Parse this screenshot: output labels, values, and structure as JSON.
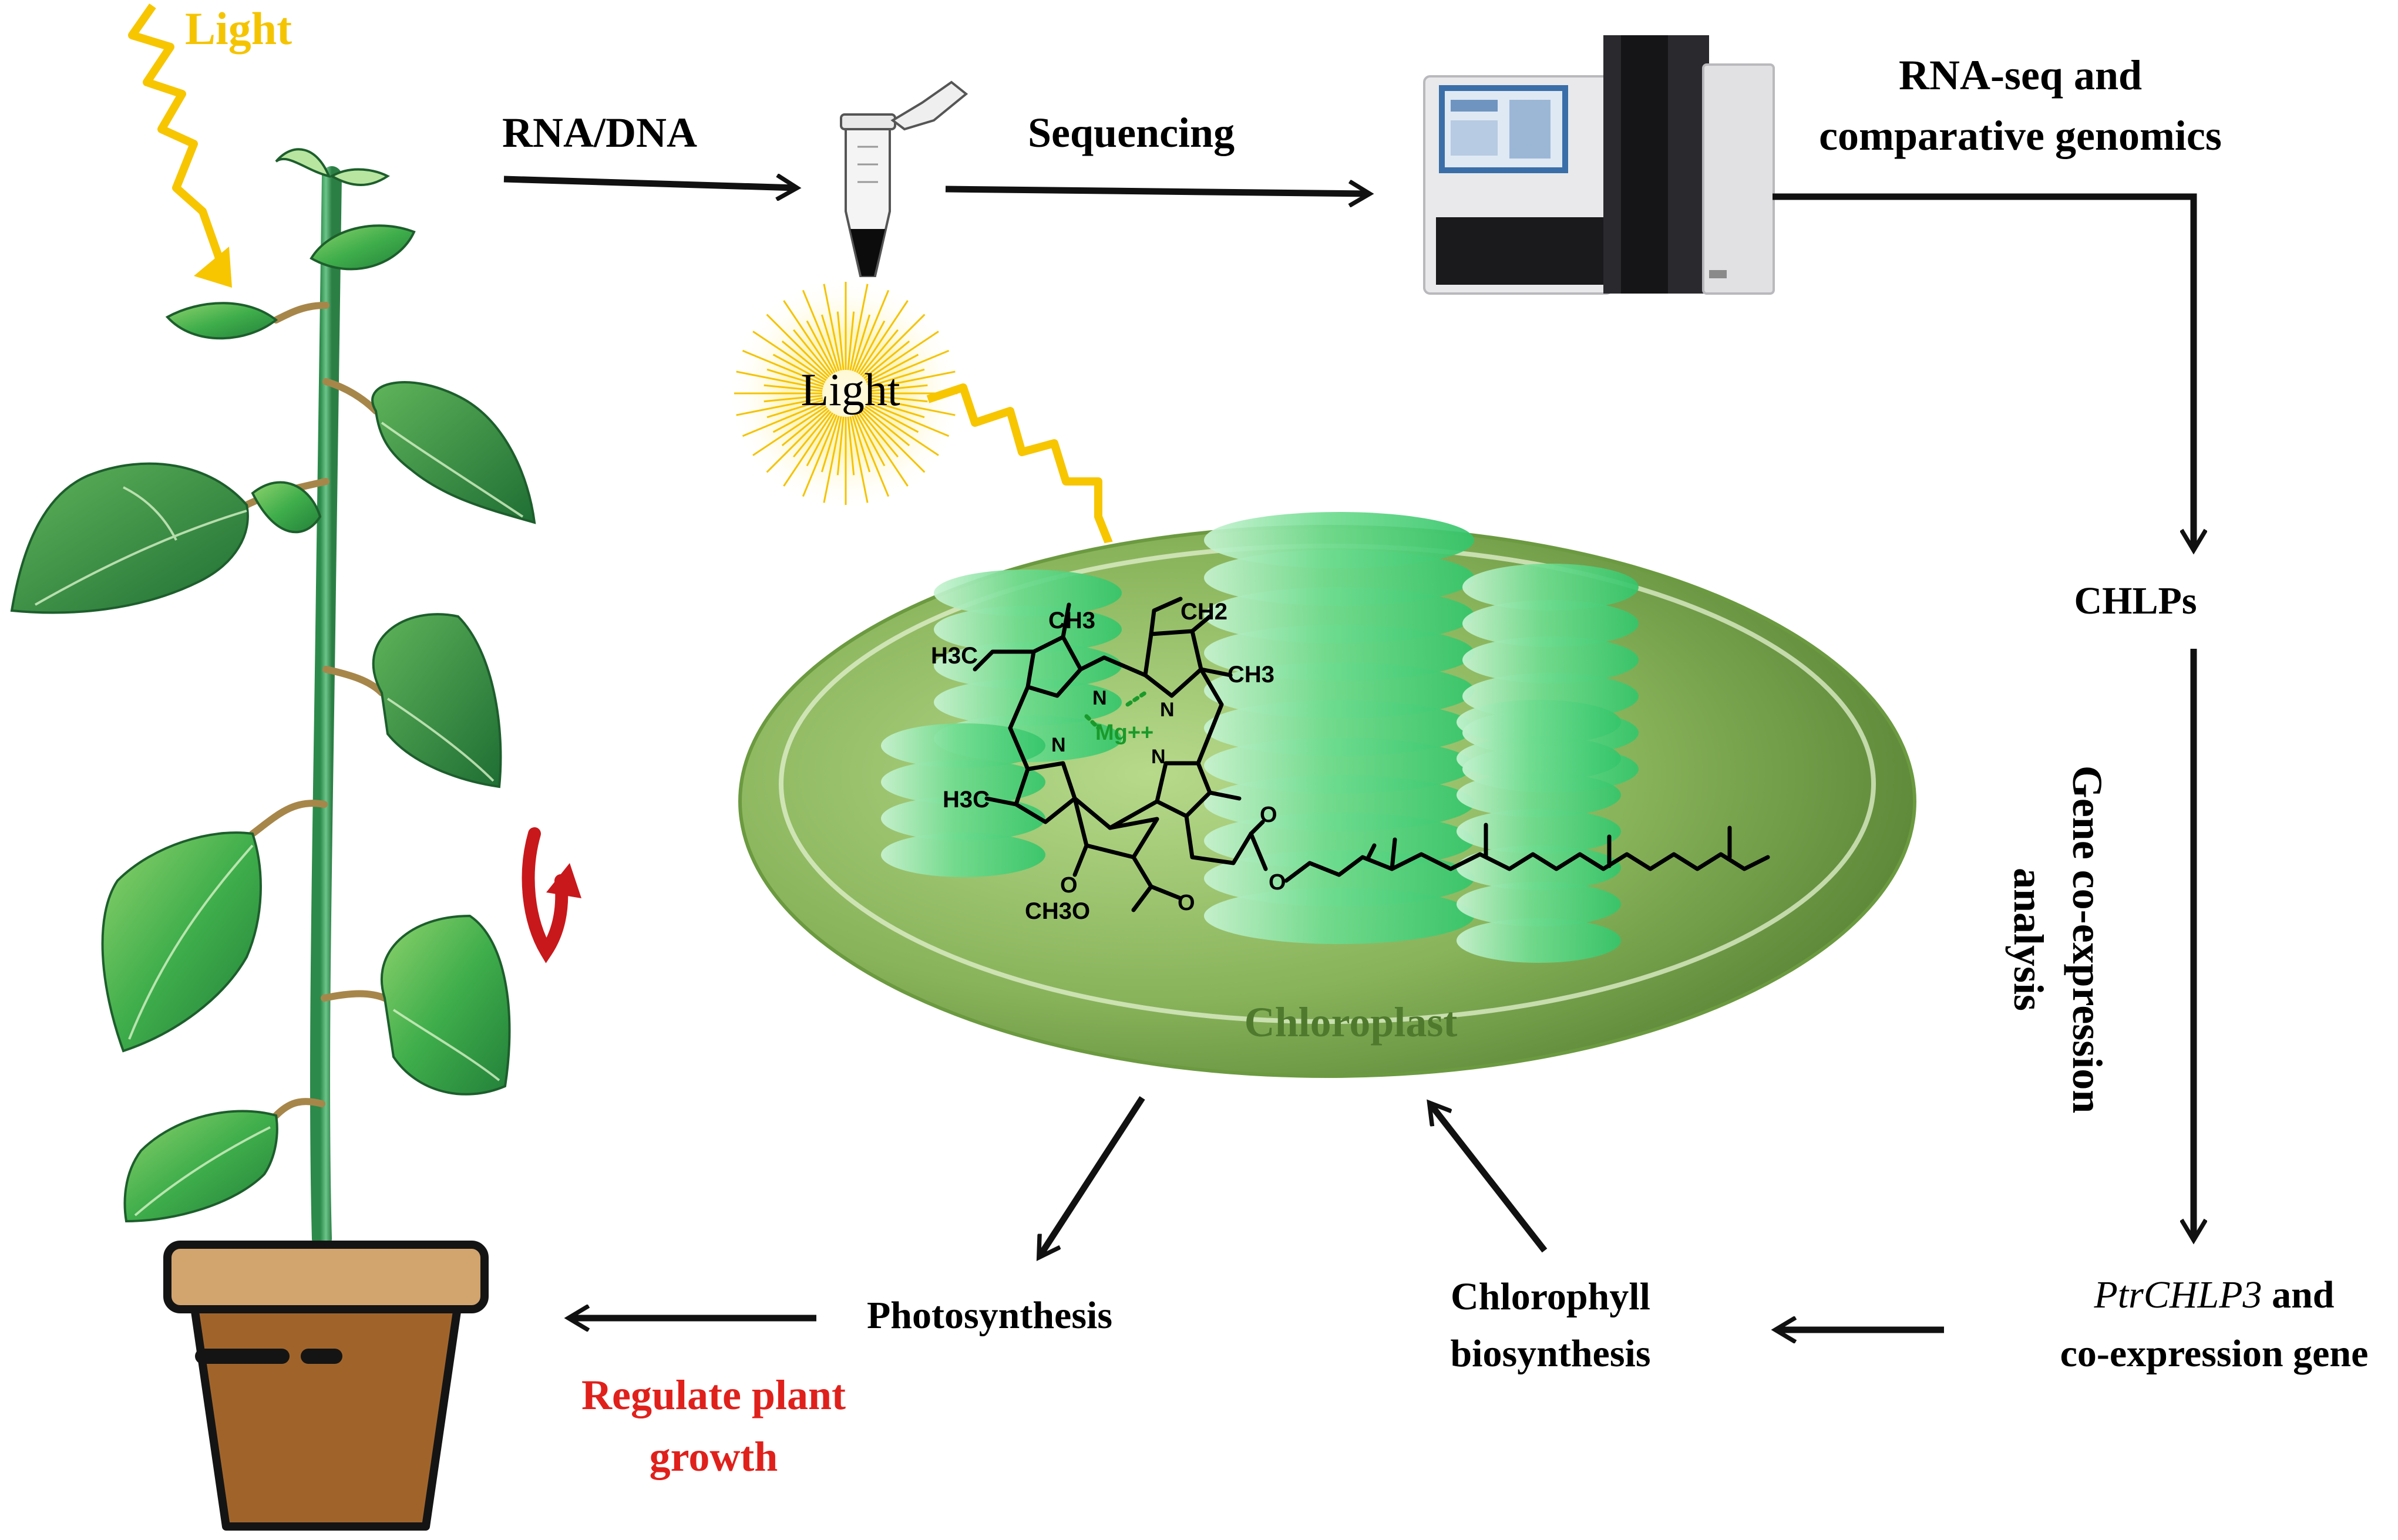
{
  "labels": {
    "light_top": "Light",
    "light_sun": "Light",
    "rna_dna": "RNA/DNA",
    "sequencing": "Sequencing",
    "rnaseq_line1": "RNA-seq and",
    "rnaseq_line2": "comparative genomics",
    "chlps": "CHLPs",
    "coexp_line1": "Gene co-expression",
    "coexp_line2": "analysis",
    "ptr_italic": "PtrCHLP3",
    "ptr_rest": " and",
    "coexp_gene": "co-expression gene",
    "chloro_bio_line1": "Chlorophyll",
    "chloro_bio_line2": "biosynthesis",
    "photosynthesis": "Photosynthesis",
    "regulate_line1": "Regulate plant",
    "regulate_line2": "growth",
    "chloroplast": "Chloroplast"
  },
  "molecule": {
    "ch2": "CH2",
    "ch3_right_top": "CH3",
    "ch3_right_mid": "CH3",
    "h3c_top": "H3C",
    "h3c_left": "H3C",
    "mg": "Mg++",
    "n": "N",
    "o": "O",
    "ch3o": "CH3O"
  },
  "colors": {
    "light_label": "#f5c400",
    "light_wave": "#f7c600",
    "regulate": "#e0201b",
    "chloroplast_label": "#4f7a2e",
    "arrow": "#111111",
    "mg": "#1a9a2a"
  }
}
